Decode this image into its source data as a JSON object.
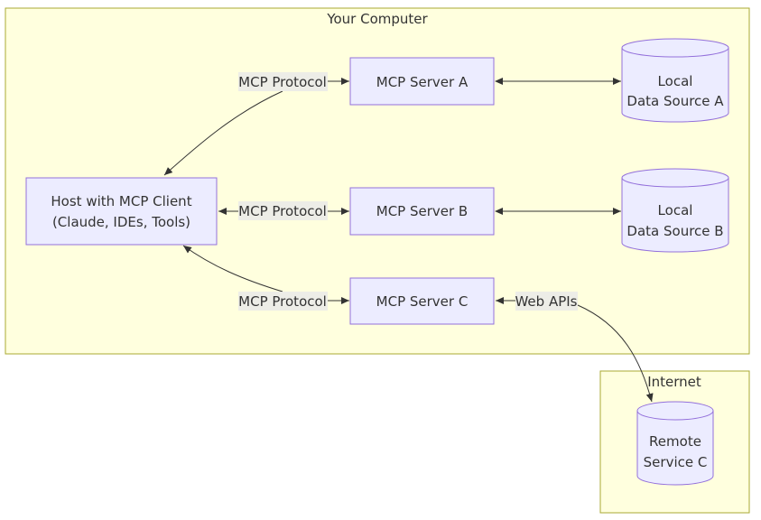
{
  "subgraphs": {
    "computer_label": "Your Computer",
    "internet_label": "Internet"
  },
  "nodes": {
    "host_line1": "Host with MCP Client",
    "host_line2": "(Claude, IDEs, Tools)",
    "server_a": "MCP Server A",
    "server_b": "MCP Server B",
    "server_c": "MCP Server C",
    "source_a_line1": "Local",
    "source_a_line2": "Data Source A",
    "source_b_line1": "Local",
    "source_b_line2": "Data Source B",
    "remote_line1": "Remote",
    "remote_line2": "Service C"
  },
  "edge_labels": {
    "protocol_a": "MCP Protocol",
    "protocol_b": "MCP Protocol",
    "protocol_c": "MCP Protocol",
    "web_apis": "Web APIs"
  },
  "colors": {
    "subgraph_fill": "#ffffde",
    "subgraph_stroke": "#aaaa33",
    "node_fill": "#ececff",
    "node_stroke": "#9370db",
    "edge": "#333333",
    "label_bg": "#e8e8e8"
  }
}
